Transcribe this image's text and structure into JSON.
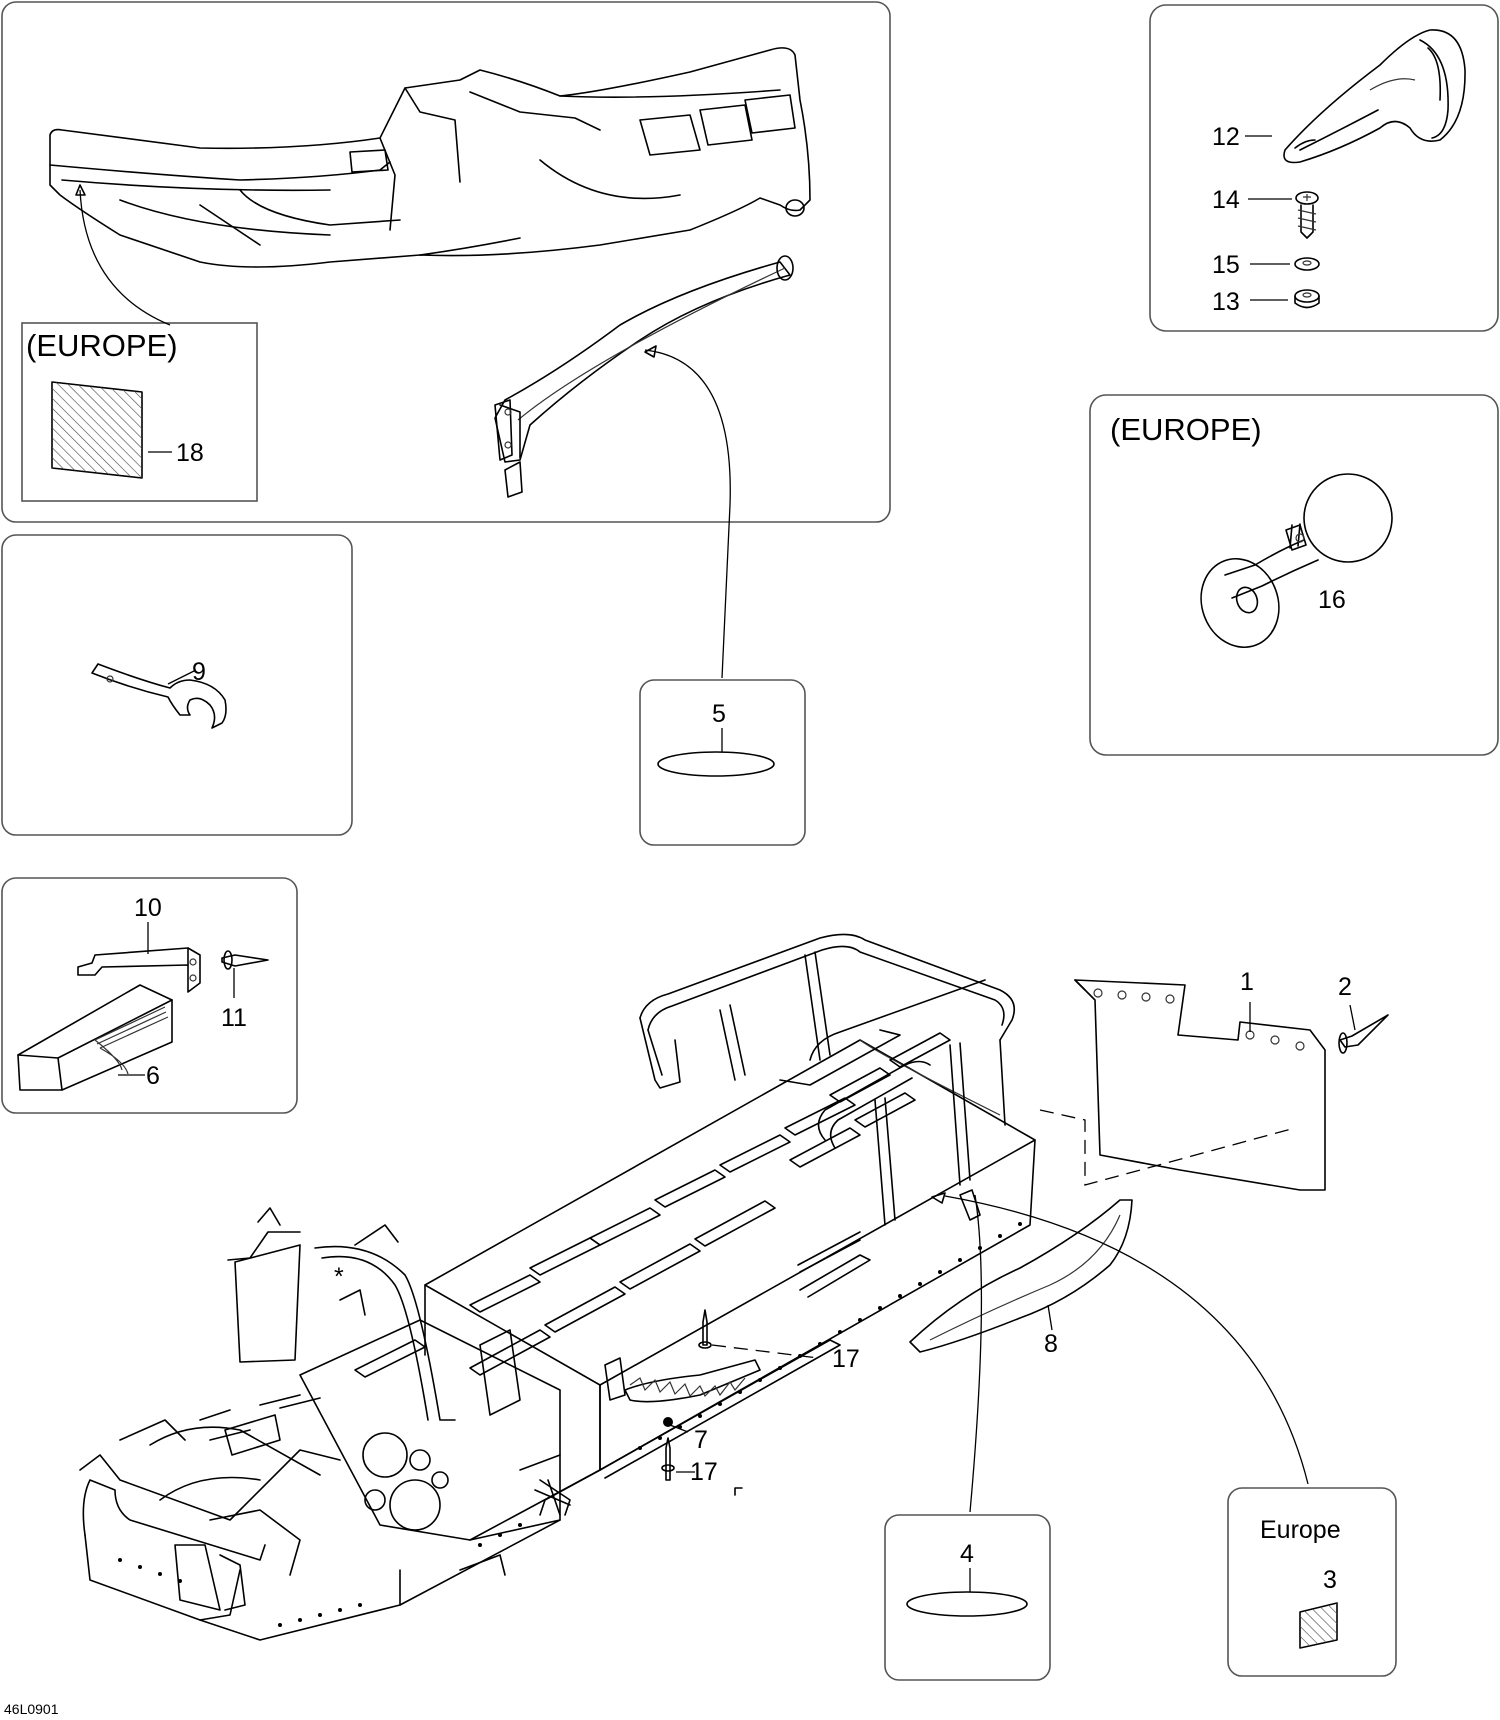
{
  "drawing_id": "46L0901",
  "asterisk": "*",
  "regions": {
    "europe_top": "(EUROPE)",
    "europe_horn": "(EUROPE)",
    "europe_small": "Europe"
  },
  "callouts": {
    "c1": "1",
    "c2": "2",
    "c3": "3",
    "c4": "4",
    "c5": "5",
    "c6": "6",
    "c7": "7",
    "c8": "8",
    "c9": "9",
    "c10": "10",
    "c11": "11",
    "c12": "12",
    "c13": "13",
    "c14": "14",
    "c15": "15",
    "c16": "16",
    "c17a": "17",
    "c17b": "17",
    "c18": "18"
  }
}
